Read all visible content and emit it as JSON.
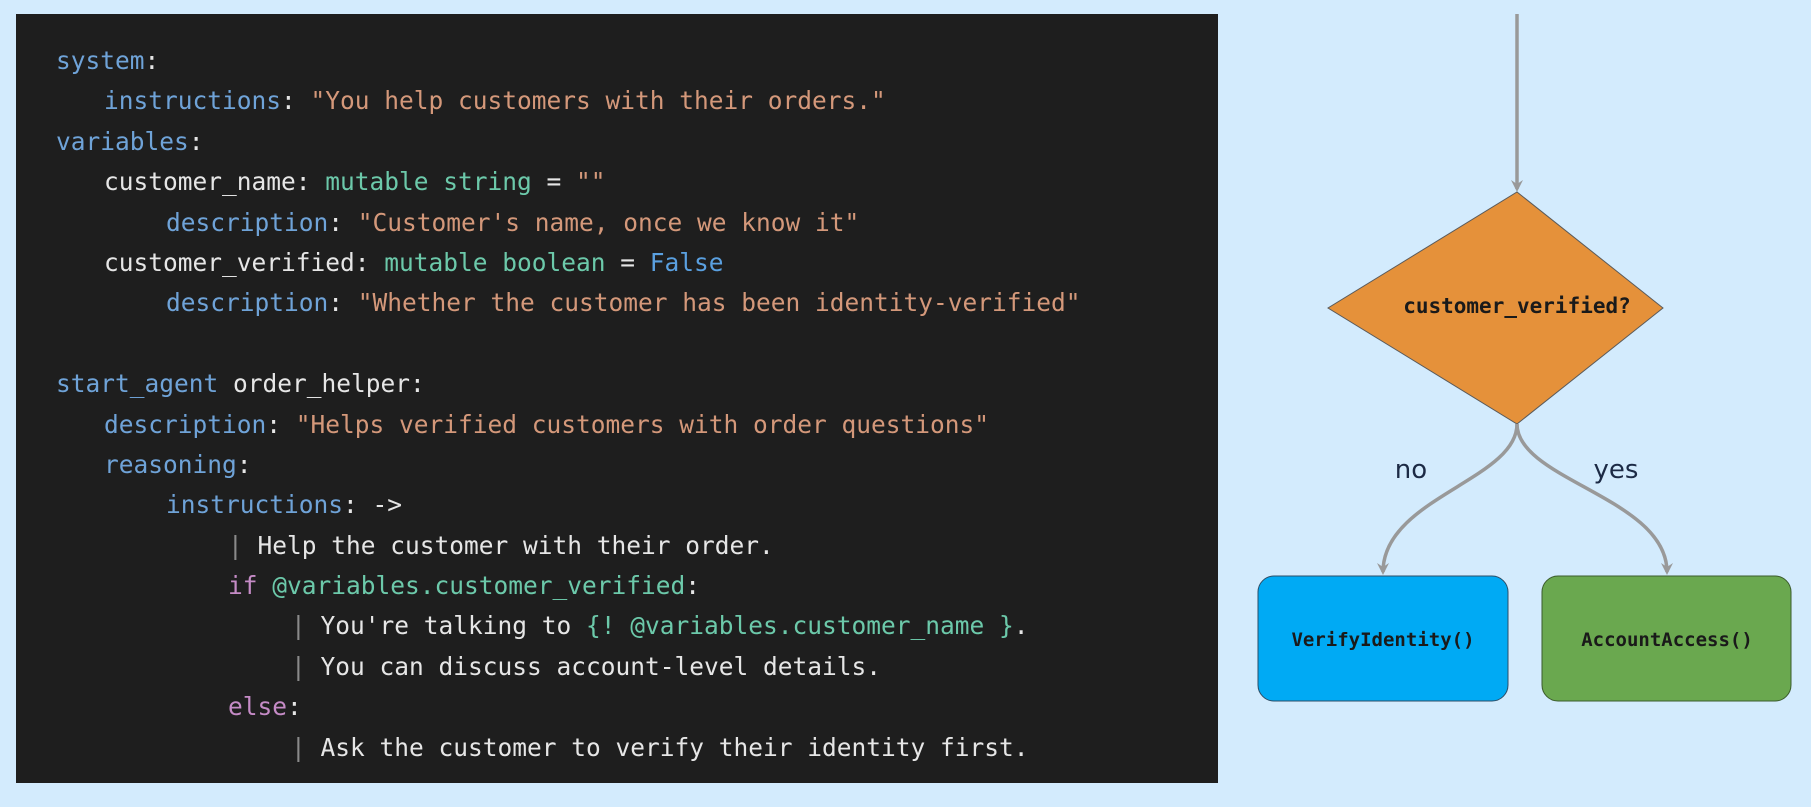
{
  "code": {
    "lines": [
      [
        "system",
        ":"
      ],
      [
        "instructions",
        ": ",
        "\"You help customers with their orders.\""
      ],
      [
        "variables",
        ":"
      ],
      [
        "customer_name: ",
        "mutable string",
        " = ",
        "\"\""
      ],
      [
        "description",
        ": ",
        "\"Customer's name, once we know it\""
      ],
      [
        "customer_verified: ",
        "mutable boolean",
        " = ",
        "False"
      ],
      [
        "description",
        ": ",
        "\"Whether the customer has been identity-verified\""
      ],
      [],
      [
        "start_agent",
        " order_helper:"
      ],
      [
        "description",
        ": ",
        "\"Helps verified customers with order questions\""
      ],
      [
        "reasoning",
        ":"
      ],
      [
        "instructions",
        ": ->"
      ],
      [
        "| ",
        "Help the customer with their order."
      ],
      [
        "if ",
        "@variables.customer_verified",
        ":"
      ],
      [
        "| ",
        "You're talking to ",
        "{! @variables.customer_name }",
        "."
      ],
      [
        "| ",
        "You can discuss account-level details."
      ],
      [
        "else",
        ":"
      ],
      [
        "| ",
        "Ask the customer to verify their identity first."
      ]
    ]
  },
  "diagram": {
    "decision": {
      "label": "customer_verified?",
      "color": "#e5913a"
    },
    "branches": [
      {
        "edge_label": "no",
        "target": "VerifyIdentity()",
        "color": "#00aaf4"
      },
      {
        "edge_label": "yes",
        "target": "AccountAccess()",
        "color": "#6aa84f"
      }
    ],
    "edge_color": "#999999"
  }
}
